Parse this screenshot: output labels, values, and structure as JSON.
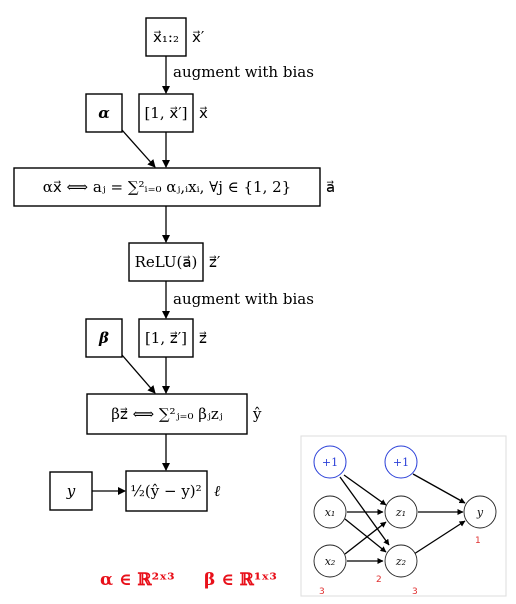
{
  "flow": {
    "x12": "x⃗₁:₂",
    "x_prime": "x⃗′",
    "augment1": "augment with bias",
    "alpha": "α",
    "aug_x": "[1, x⃗′]",
    "x_vec": "x⃗",
    "alpha_eq": "αx⃗  ⟺  aⱼ = ∑²ᵢ₌₀ αⱼ,ᵢxᵢ,  ∀j ∈ {1, 2}",
    "a_vec": "a⃗",
    "relu": "ReLU(a⃗)",
    "z_prime": "z⃗′",
    "augment2": "augment with bias",
    "beta": "β",
    "aug_z": "[1, z⃗′]",
    "z_vec": "z⃗",
    "beta_eq": "βz⃗  ⟺  ∑²ⱼ₌₀ βⱼzⱼ",
    "y_hat": "ŷ",
    "y": "y",
    "loss": "½(ŷ − y)²",
    "ell": "ℓ",
    "dims_alpha": "α ∈ ℝ²ˣ³",
    "dims_beta": "β ∈ ℝ¹ˣ³"
  },
  "network": {
    "bias1": "+1",
    "bias2": "+1",
    "x1": "x₁",
    "x2": "x₂",
    "z1": "z₁",
    "z2": "z₂",
    "y": "y",
    "count_out": "1",
    "count_hidden": "2",
    "count_in": "3",
    "count_hidden_total": "3"
  },
  "colors": {
    "red": "#e8101a",
    "bias_blue": "#2a3fd8"
  }
}
